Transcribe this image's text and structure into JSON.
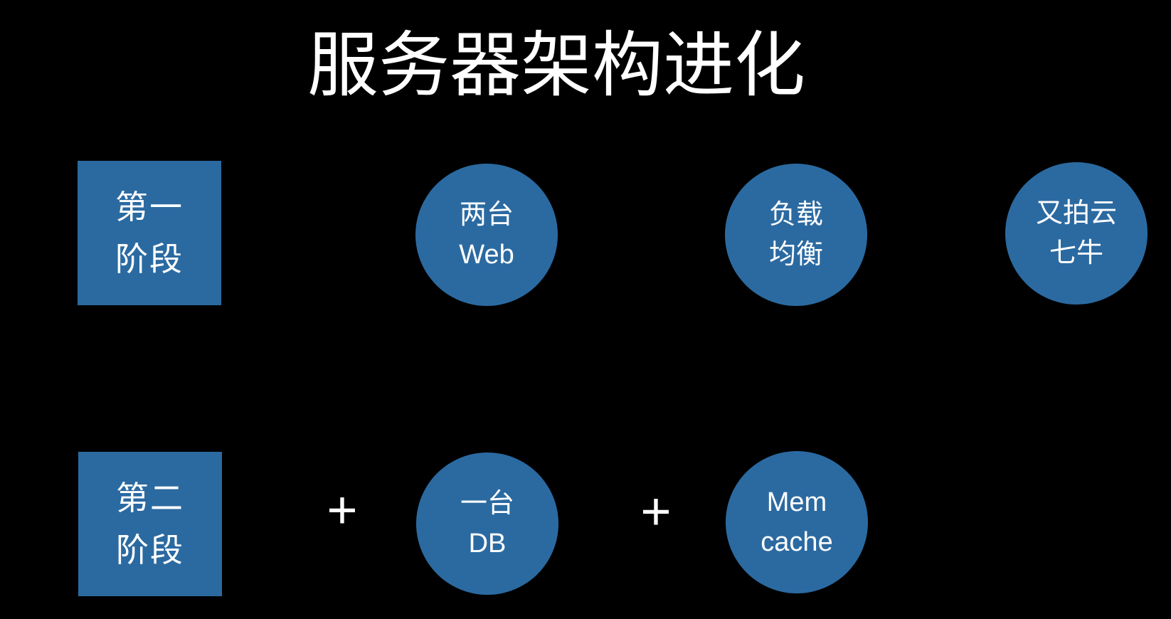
{
  "slide": {
    "title": "服务器架构进化",
    "colors": {
      "background": "#000000",
      "shape_fill": "#2b6aa1",
      "text": "#ffffff"
    }
  },
  "stage1": {
    "label": {
      "line1": "第一",
      "line2": "阶段"
    },
    "nodes": [
      {
        "line1": "两台",
        "line2": "Web"
      },
      {
        "line1": "负载",
        "line2": "均衡"
      },
      {
        "line1": "又拍云",
        "line2": "七牛"
      }
    ]
  },
  "stage2": {
    "label": {
      "line1": "第二",
      "line2": "阶段"
    },
    "operators": [
      "+",
      "+"
    ],
    "nodes": [
      {
        "line1": "一台",
        "line2": "DB"
      },
      {
        "line1": "Mem",
        "line2": "cache"
      }
    ]
  }
}
